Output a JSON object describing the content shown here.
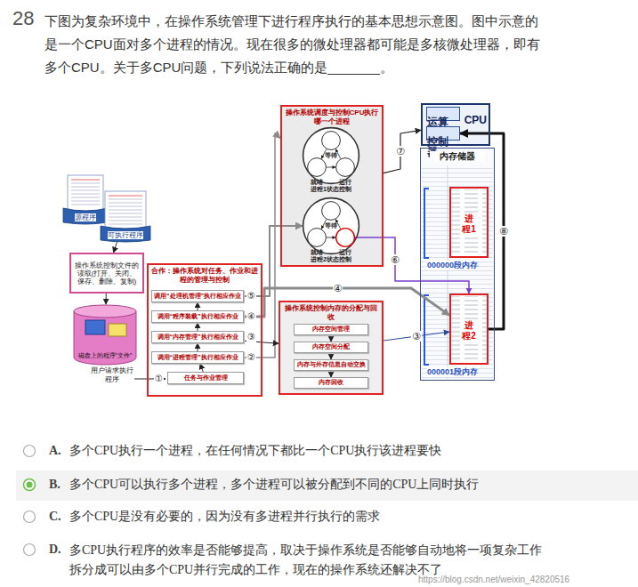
{
  "diagram": {
    "title": "下图为复杂环境中，在操作系统管理下进行程序执行的基本思想示意图。图中示意的是一个CPU面对多个进程的情况。现在很多的微处理器都可能是多核微处理器，即有多个CPU。关于多CPU问题，下列说法正确的是_______。",
    "nodes": [
      {
        "text": [
          "源程序"
        ]
      },
      {
        "text": [
          "可执行程序"
        ]
      },
      {
        "text": [
          "操作系统控制文件的读取(打开、关闭、保存、删除、复制)"
        ]
      },
      {
        "text": [
          "磁盘上的程序“文件”"
        ]
      },
      {
        "text": [
          "合作：操作系统对任务、作业和进程的管理与控制"
        ]
      },
      {
        "text": [
          "调用“处理机管理”执行相应作业"
        ],
        "in": 4
      },
      {
        "text": [
          "调用“程序装载”执行相应作业"
        ],
        "in": 4
      },
      {
        "text": [
          "调用“内存管理”执行相应作业"
        ],
        "in": 4
      },
      {
        "text": [
          "调用“进程管理”执行相应作业"
        ],
        "in": 4
      },
      {
        "text": [
          "任务与作业管理"
        ],
        "in": 4
      },
      {
        "text": [
          "操作系统调度与控制CPU执行哪一个进程"
        ]
      },
      {
        "text": [
          "进程1状态控制"
        ],
        "in": 10
      },
      {
        "text": [
          "等待"
        ],
        "in": 11
      },
      {
        "text": [
          "就绪"
        ],
        "in": 11
      },
      {
        "text": [
          "运行"
        ],
        "in": 11
      },
      {
        "text": [
          "进程2状态控制"
        ],
        "in": 10
      },
      {
        "text": [
          "等待"
        ],
        "in": 15
      },
      {
        "text": [
          "就绪"
        ],
        "in": 15
      },
      {
        "text": [
          "运行"
        ],
        "in": 15
      },
      {
        "text": [
          "操作系统控制内存的分配与回收"
        ]
      },
      {
        "text": [
          "内存空间管理"
        ],
        "in": 19
      },
      {
        "text": [
          "内存空间分配"
        ],
        "in": 19
      },
      {
        "text": [
          "内存与外存信息自动交换"
        ],
        "in": 19
      },
      {
        "text": [
          "内存回收"
        ],
        "in": 19
      },
      {
        "text": [
          "CPU"
        ]
      },
      {
        "text": [
          "运算器"
        ],
        "in": 24
      },
      {
        "text": [
          "控制器"
        ],
        "in": 24
      },
      {
        "text": [
          "内存储器"
        ]
      },
      {
        "text": [
          "进程1"
        ],
        "in": 27
      },
      {
        "text": [
          "进程2"
        ],
        "in": 27
      }
    ],
    "edges": [
      {
        "from": 1,
        "to": 2,
        "arrow": "to"
      },
      {
        "from": 2,
        "to": 3,
        "arrow": "to"
      },
      {
        "from": 9,
        "to": 8,
        "arrow": "to"
      },
      {
        "from": 8,
        "to": 7,
        "arrow": "to"
      },
      {
        "from": 7,
        "to": 6,
        "arrow": "to"
      },
      {
        "from": 6,
        "to": 5,
        "arrow": "to"
      },
      {
        "from": 5,
        "to": 15,
        "arrow": "to"
      },
      {
        "from": 8,
        "to": 10,
        "arrow": "to"
      },
      {
        "from": 7,
        "to": 19,
        "arrow": "to"
      },
      {
        "from": 6,
        "to": 29,
        "label": "④",
        "arrow": "to"
      },
      {
        "from": 19,
        "to": 29,
        "label": "③",
        "arrow": "to"
      },
      {
        "from": 18,
        "to": 29,
        "label": "⑥",
        "arrow": "to"
      },
      {
        "from": 10,
        "to": 24,
        "label": "⑦",
        "arrow": "to"
      },
      {
        "from": 29,
        "to": 26,
        "label": "⑧",
        "arrow": "to"
      },
      {
        "from": 13,
        "to": 14,
        "arrow": "to"
      },
      {
        "from": 14,
        "to": 12,
        "arrow": "to"
      },
      {
        "from": 12,
        "to": 13,
        "arrow": "to"
      },
      {
        "from": 17,
        "to": 18,
        "arrow": "to"
      },
      {
        "from": 18,
        "to": 16,
        "arrow": "to"
      },
      {
        "from": 16,
        "to": 17,
        "arrow": "to"
      },
      {
        "from": 20,
        "to": 21,
        "arrow": "to"
      },
      {
        "from": 21,
        "to": 22,
        "arrow": "to"
      },
      {
        "from": 22,
        "to": 23,
        "arrow": "to"
      }
    ],
    "labels": [
      "28",
      "A.",
      "B.",
      "C.",
      "D.",
      "多个CPU执行一个进程，在任何情况下都比一个CPU执行该进程要快",
      "多个CPU可以执行多个进程，多个进程可以被分配到不同的CPU上同时执行",
      "多个CPU是没有必要的，因为没有多进程并行执行的需求",
      "多CPU执行程序的效率是否能够提高，取决于操作系统是否能够自动地将一项复杂工作拆分成可以由多个CPU并行完成的工作，现在的操作系统还解决不了",
      "①",
      "②",
      "③",
      "④",
      "⑤",
      "用户请求执行程序",
      "000000段内存",
      "000001段内存",
      "https://blog.csdn.net/weixin_42820516"
    ]
  }
}
